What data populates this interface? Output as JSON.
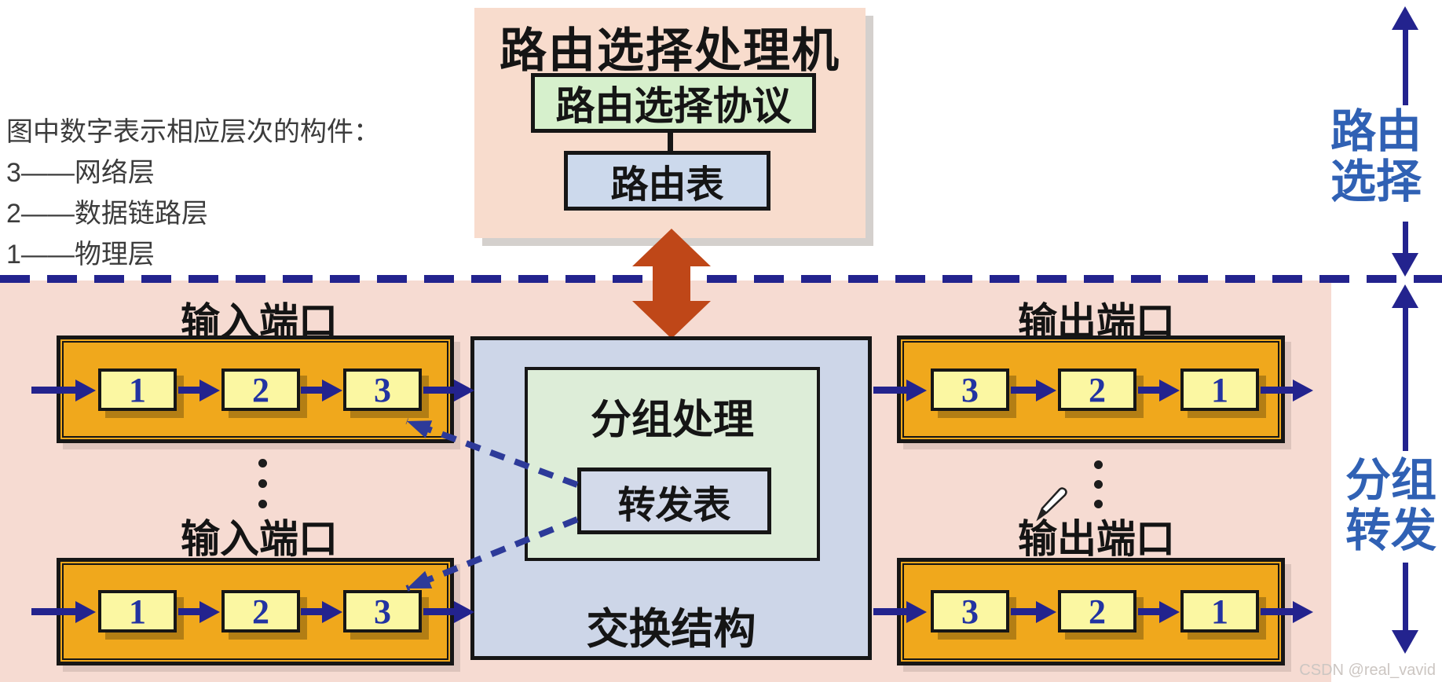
{
  "legend": {
    "title": "图中数字表示相应层次的构件：",
    "items": [
      "3——网络层",
      "2——数据链路层",
      "1——物理层"
    ]
  },
  "routing_processor": {
    "title": "路由选择处理机",
    "protocol": "路由选择协议",
    "table": "路由表"
  },
  "side_labels": {
    "routing": {
      "full": "路由选择",
      "lines": [
        "路由",
        "选择"
      ]
    },
    "forwarding": {
      "full": "分组转发",
      "lines": [
        "分组",
        "转发"
      ]
    }
  },
  "fabric": {
    "label": "交换结构",
    "packet_processing": "分组处理",
    "forwarding_table": "转发表"
  },
  "ports": {
    "input_label": "输入端口",
    "output_label": "输出端口",
    "input_rows": [
      {
        "boxes": [
          "1",
          "2",
          "3"
        ]
      },
      {
        "boxes": [
          "1",
          "2",
          "3"
        ]
      }
    ],
    "output_rows": [
      {
        "boxes": [
          "3",
          "2",
          "1"
        ]
      },
      {
        "boxes": [
          "3",
          "2",
          "1"
        ]
      }
    ]
  },
  "watermark": "CSDN @real_vavid",
  "colors": {
    "panel_pink": "#f6dbd2",
    "processor_pink": "#f8dccd",
    "port_orange": "#f0a81c",
    "queue_yellow": "#fbf7a2",
    "fabric_blue": "#cdd6e8",
    "process_green": "#ddedd8",
    "protocol_green": "#d6f0cc",
    "table_blue": "#ccd9ec",
    "arrow_navy": "#23238e",
    "digit_blue": "#2233a2",
    "side_label_blue": "#3061b4",
    "big_arrow_red": "#bf4718"
  }
}
